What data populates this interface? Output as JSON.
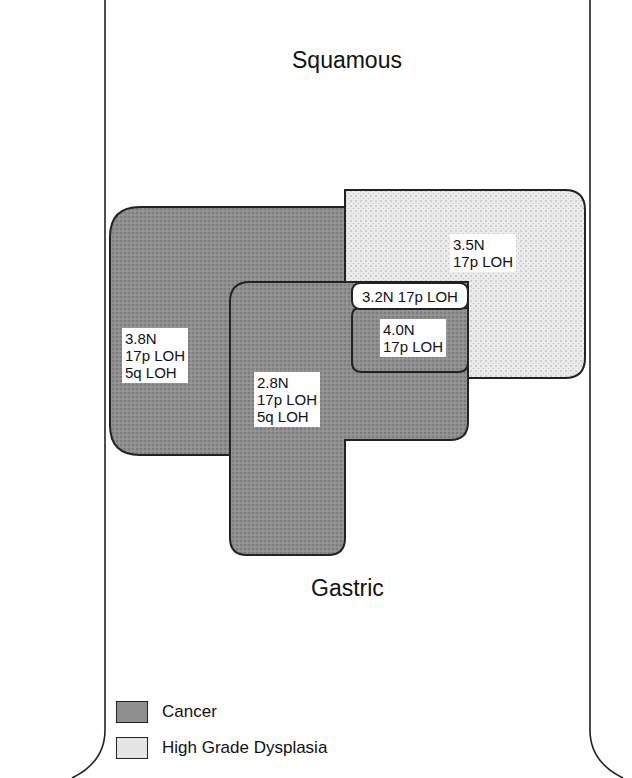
{
  "diagram": {
    "nodes": [
      {
        "text": [
          "3.5N",
          "17p LOH"
        ]
      },
      {
        "text": [
          "3.2N 17p LOH"
        ]
      },
      {
        "text": [
          "4.0N",
          "17p LOH"
        ]
      },
      {
        "text": [
          "3.8N",
          "17p LOH",
          "5q LOH"
        ]
      },
      {
        "text": [
          "2.8N",
          "17p LOH",
          "5q LOH"
        ]
      }
    ],
    "labels": [
      "Squamous",
      "Gastric"
    ],
    "legend": [
      {
        "text": "Cancer",
        "color": "#8f8f8f"
      },
      {
        "text": "High Grade Dysplasia",
        "color": "#e4e4e4"
      }
    ]
  }
}
